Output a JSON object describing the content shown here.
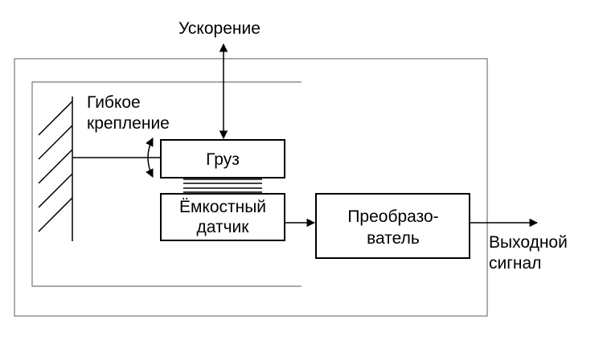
{
  "labels": {
    "acceleration": "Ускорение",
    "flexible_mount_line1": "Гибкое",
    "flexible_mount_line2": "крепление",
    "mass": "Груз",
    "capacitive_sensor_line1": "Ёмкостный",
    "capacitive_sensor_line2": "датчик",
    "converter_line1": "Преобразо-",
    "converter_line2": "ватель",
    "output_line1": "Выходной",
    "output_line2": "сигнал"
  },
  "colors": {
    "line": "#000000",
    "frame": "#777777",
    "background": "#ffffff"
  }
}
